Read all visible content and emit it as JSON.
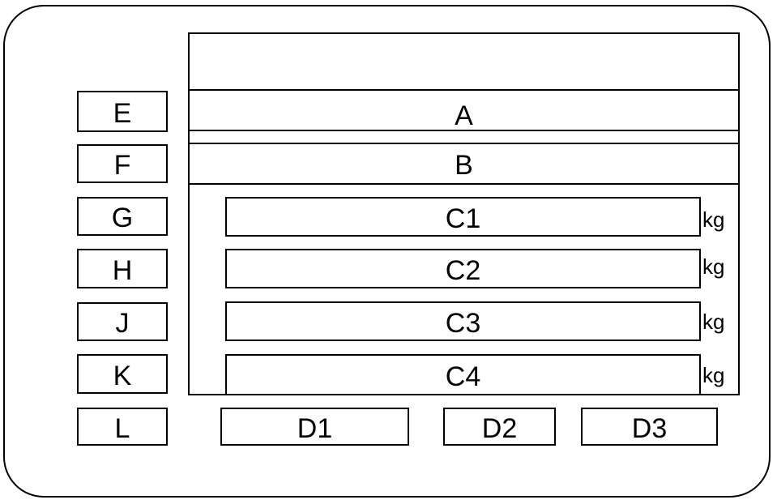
{
  "side_labels": {
    "e": "E",
    "f": "F",
    "g": "G",
    "h": "H",
    "j": "J",
    "k": "K",
    "l": "L"
  },
  "main": {
    "a": "A",
    "b": "B",
    "c1": "C1",
    "c2": "C2",
    "c3": "C3",
    "c4": "C4",
    "unit": "kg"
  },
  "bottom": {
    "d1": "D1",
    "d2": "D2",
    "d3": "D3"
  }
}
